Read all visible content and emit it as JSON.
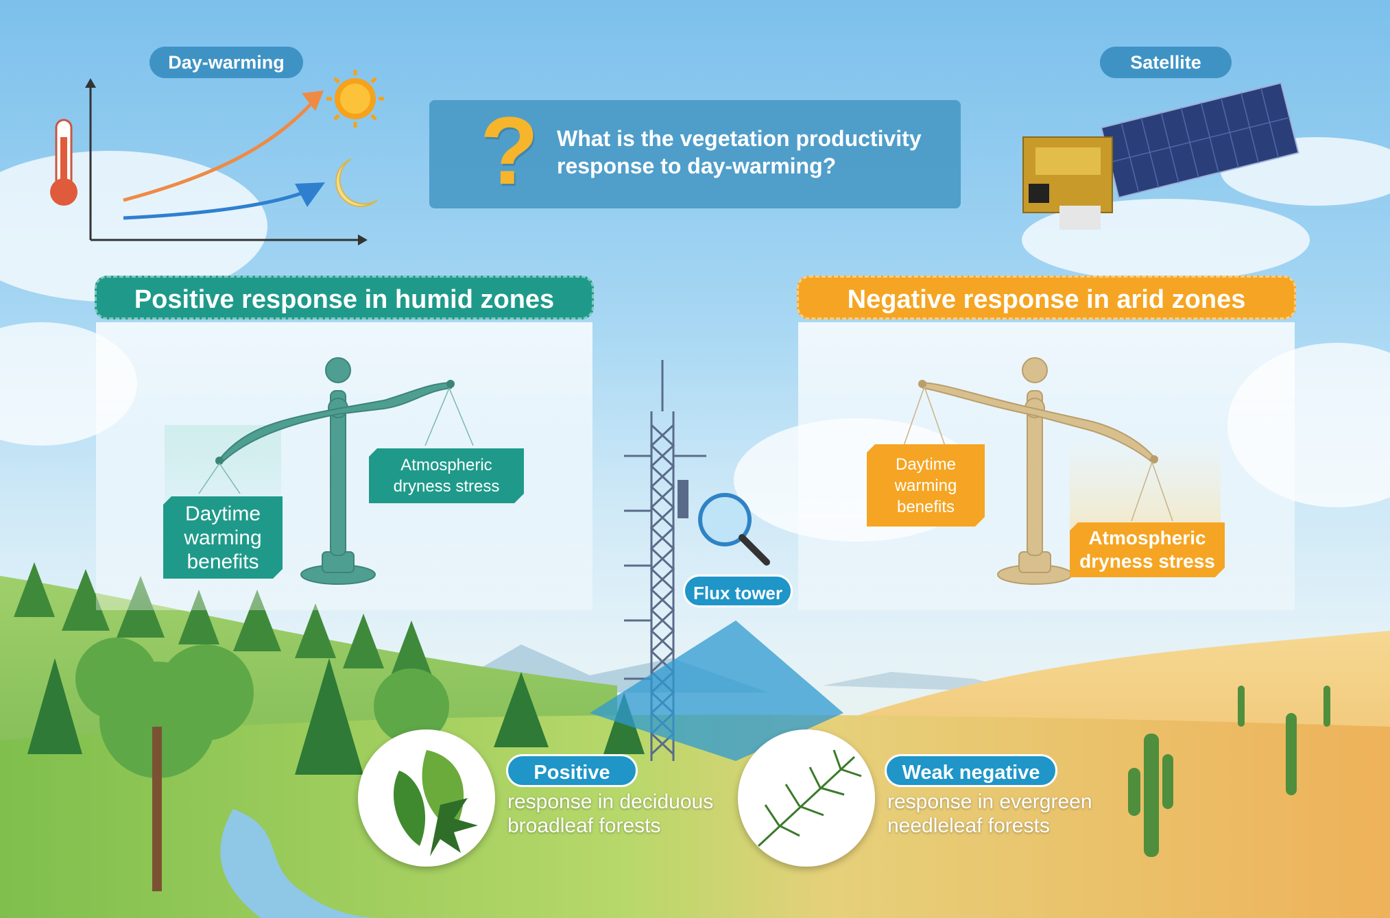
{
  "labels": {
    "day_warming": "Day-warming",
    "satellite": "Satellite",
    "question_mark": "?",
    "question": "What is the vegetation productivity response to day-warming?",
    "flux_tower": "Flux tower"
  },
  "humid_zone": {
    "header": "Positive response in humid zones",
    "benefit_tag": "Daytime warming benefits",
    "stress_tag": "Atmospheric dryness stress",
    "color": "#1f9a8a"
  },
  "arid_zone": {
    "header": "Negative response in arid zones",
    "benefit_tag": "Daytime warming benefits",
    "stress_tag": "Atmospheric dryness stress",
    "color": "#f5a523"
  },
  "forest_responses": [
    {
      "badge": "Positive",
      "line1": "response in deciduous",
      "line2": "broadleaf forests",
      "icon": "broadleaf-icon"
    },
    {
      "badge": "Weak negative",
      "line1": "response in evergreen",
      "line2": "needleleaf forests",
      "icon": "needleleaf-icon"
    }
  ],
  "colors": {
    "pill_blue": "#3f93c4",
    "badge_blue": "#1f95c8",
    "sun_curve": "#ef8a45",
    "moon_curve": "#2f7fcf",
    "question_mark": "#f6b52a"
  }
}
